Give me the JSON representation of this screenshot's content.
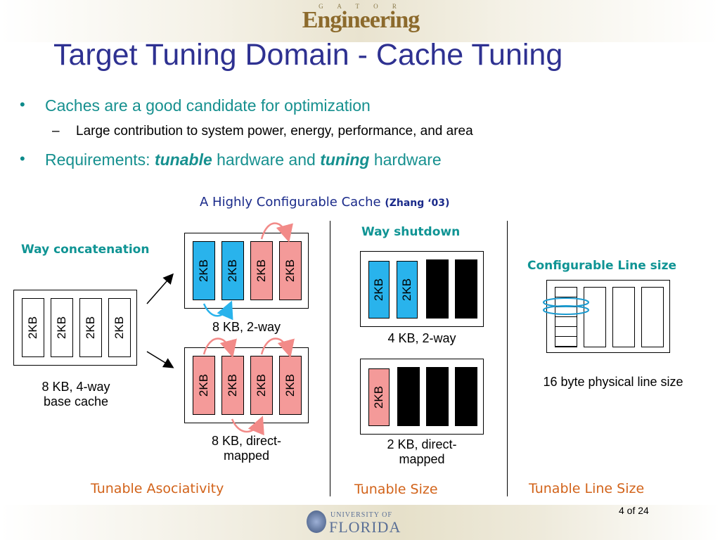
{
  "header": {
    "logo_top": "G A T O R",
    "logo_main": "Engineering"
  },
  "title": "Target Tuning Domain - Cache Tuning",
  "bullets": {
    "b1": "Caches are a good candidate for optimization",
    "b1_sub_dash": "–",
    "b1_sub": "Large contribution to system power, energy, performance, and area",
    "b2_pre": "Requirements:",
    "b2_em1": "tunable",
    "b2_mid": "hardware and",
    "b2_em2": "tuning",
    "b2_post": "hardware"
  },
  "figure": {
    "title": "A Highly Configurable Cache",
    "citation": "(Zhang ‘03)",
    "block_label": "2KB",
    "way_concat": "Way concatenation",
    "base_caption_1": "8 KB, 4-way",
    "base_caption_2": "base cache",
    "concat_top_caption": "8 KB, 2-way",
    "concat_bottom_caption_1": "8 KB, direct-",
    "concat_bottom_caption_2": "mapped",
    "way_shutdown": "Way shutdown",
    "shutdown_top_caption": "4 KB, 2-way",
    "shutdown_bottom_caption_1": "2 KB, direct-",
    "shutdown_bottom_caption_2": "mapped",
    "config_line": "Configurable Line size",
    "line_caption": "16 byte physical line size",
    "tunable_assoc": "Tunable Asociativity",
    "tunable_size": "Tunable Size",
    "tunable_line": "Tunable Line Size",
    "colors": {
      "blue_block": "#29b3ec",
      "pink_block": "#f49a99",
      "off_block": "#000000",
      "teal": "#0f9494",
      "orange": "#d2631a",
      "title_blue": "#2e3191"
    }
  },
  "footer": {
    "page": "4 of 24",
    "univ": "UNIVERSITY OF",
    "florida": "FLORIDA"
  }
}
